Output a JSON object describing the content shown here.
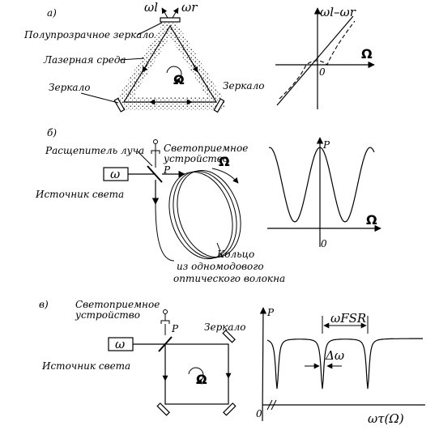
{
  "part_a": {
    "label": "а)",
    "semi_mirror": "Полупрозрачное зеркало",
    "laser_medium": "Лазерная среда",
    "mirror_left": "Зеркало",
    "mirror_right": "Зеркало",
    "omega_l": "ωl",
    "omega_r": "ωr",
    "rotation": "Ω",
    "graph_ylabel": "ωl–ωr",
    "graph_xlabel": "Ω",
    "graph_origin": "0"
  },
  "part_b": {
    "label": "б)",
    "beam_splitter": "Расщепитель луча",
    "detector_line1": "Светоприемное",
    "detector_line2": "устройство",
    "power_symbol": "P",
    "source_box": "ω",
    "source_label": "Источник света",
    "rotation": "Ω",
    "ring_line1": "Кольцо",
    "ring_line2": "из одномодового",
    "ring_line3": "оптического волокна",
    "graph_ylabel": "P",
    "graph_xlabel": "Ω",
    "graph_origin": "0"
  },
  "part_c": {
    "label": "в)",
    "detector_line1": "Светоприемное",
    "detector_line2": "устройство",
    "power_symbol": "P",
    "mirror": "Зеркало",
    "source_box": "ω",
    "source_label": "Источник света",
    "rotation": "Ω",
    "graph_ylabel": "P",
    "fsr_label": "ωFSR",
    "width_label": "Δω",
    "graph_xlabel": "ωτ(Ω)",
    "graph_origin": "0"
  }
}
